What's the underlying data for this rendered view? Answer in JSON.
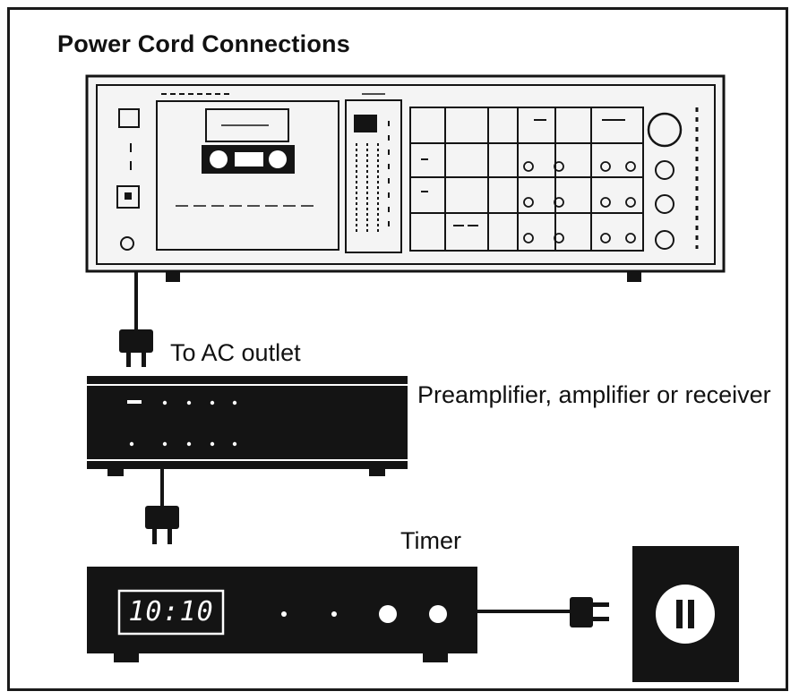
{
  "title": "Power Cord Connections",
  "labels": {
    "ac_outlet": "To AC outlet",
    "amplifier": "Preamplifier, amplifier or receiver",
    "timer": "Timer"
  },
  "timer_display": "10:10",
  "colors": {
    "ink": "#141414",
    "paper": "#ffffff",
    "panel": "#f4f4f4"
  },
  "icons": [
    "tape-deck",
    "power-plug-icon",
    "amplifier-unit",
    "timer-unit",
    "wall-outlet-icon"
  ]
}
